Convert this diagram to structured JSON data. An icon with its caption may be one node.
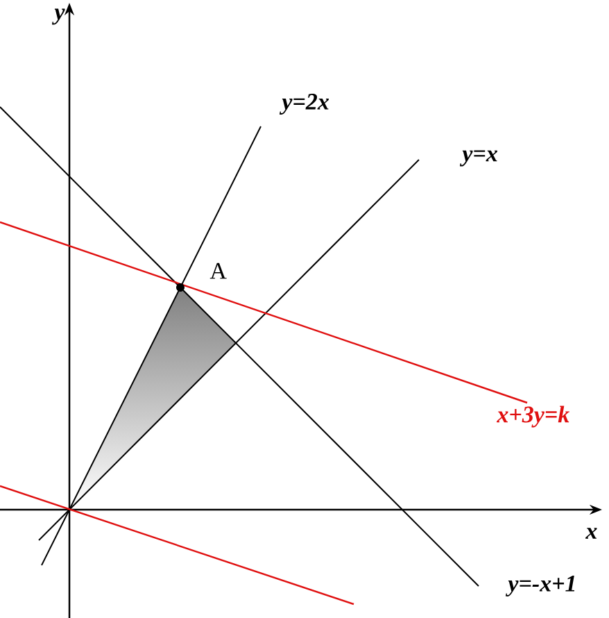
{
  "diagram": {
    "labels": [
      "y",
      "y=2x",
      "y=x",
      "A",
      "x+3y=k",
      "x",
      "y=-x+1"
    ]
  }
}
